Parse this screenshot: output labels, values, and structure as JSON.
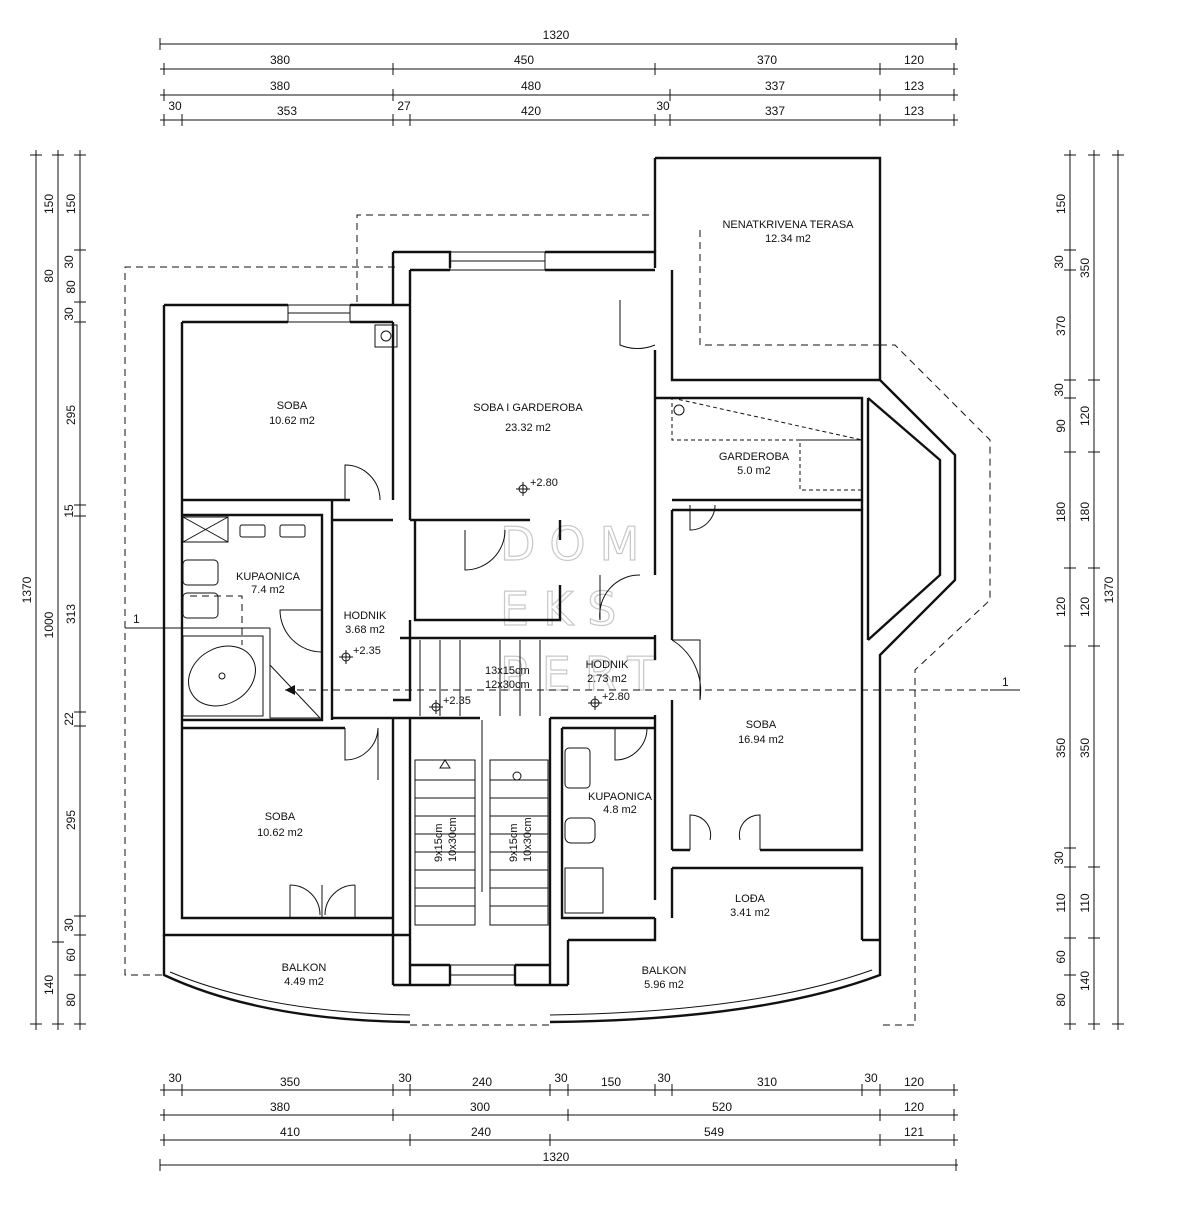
{
  "dimensions": {
    "top": [
      [
        "1320"
      ],
      [
        "380",
        "450",
        "370",
        "120"
      ],
      [
        "380",
        "480",
        "337",
        "123"
      ],
      [
        "30",
        "353",
        "27",
        "420",
        "30",
        "337",
        "123"
      ]
    ],
    "bottom": [
      [
        "30",
        "350",
        "30",
        "240",
        "30",
        "150",
        "30",
        "310",
        "30",
        "120"
      ],
      [
        "380",
        "300",
        "520",
        "120"
      ],
      [
        "410",
        "240",
        "549",
        "121"
      ],
      [
        "1320"
      ]
    ],
    "left": [
      [
        "1370"
      ],
      [
        "1000",
        "140"
      ],
      [
        "150",
        "80",
        "295",
        "15",
        "313",
        "22",
        "295",
        "30",
        "60",
        "80"
      ],
      [
        "150",
        "30",
        "80",
        "30"
      ]
    ],
    "right": [
      [
        "150",
        "30",
        "370",
        "30",
        "90",
        "180",
        "120",
        "350",
        "30",
        "110",
        "60",
        "80"
      ],
      [
        "350",
        "120",
        "180",
        "120",
        "350",
        "110",
        "140"
      ],
      [
        "1370"
      ]
    ]
  },
  "rooms": [
    {
      "name": "NENATKRIVENA TERASA",
      "area": "12.34 m2"
    },
    {
      "name": "SOBA",
      "area": "10.62 m2"
    },
    {
      "name": "SOBA I GARDEROBA",
      "area": "23.32 m2"
    },
    {
      "name": "GARDEROBA",
      "area": "5.0 m2"
    },
    {
      "name": "KUPAONICA",
      "area": "7.4 m2"
    },
    {
      "name": "HODNIK",
      "area": "3.68 m2"
    },
    {
      "name": "HODNIK",
      "area": "2.73 m2"
    },
    {
      "name": "SOBA",
      "area": "16.94 m2"
    },
    {
      "name": "KUPAONICA",
      "area": "4.8 m2"
    },
    {
      "name": "SOBA",
      "area": "10.62 m2"
    },
    {
      "name": "LOĐA",
      "area": "3.41 m2"
    },
    {
      "name": "BALKON",
      "area": "4.49 m2"
    },
    {
      "name": "BALKON",
      "area": "5.96 m2"
    }
  ],
  "levels": [
    "+2.80",
    "+2.35",
    "+2.35",
    "+2.80"
  ],
  "stairs": {
    "upper_a": "13x15cm",
    "upper_b": "12x30cm",
    "flight_a1": "9x15cm",
    "flight_a2": "10x30cm",
    "flight_b1": "9x15cm",
    "flight_b2": "10x30cm"
  },
  "section": {
    "left": "1",
    "right": "1"
  },
  "watermark": {
    "line1": "DOM",
    "line2": "EKS",
    "line3": "PERT"
  }
}
